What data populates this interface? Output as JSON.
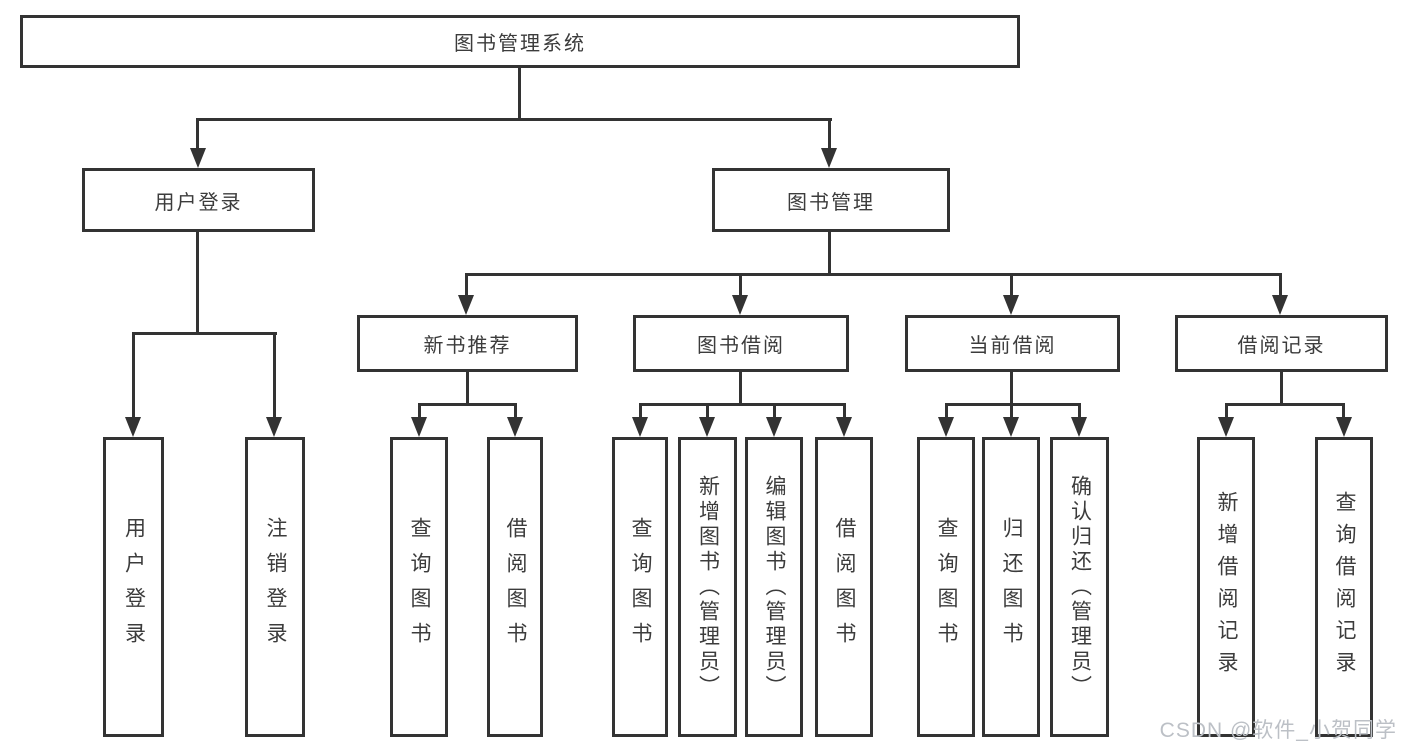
{
  "tree": {
    "root": {
      "label": "图书管理系统"
    },
    "branches": [
      {
        "label": "用户登录",
        "children": [
          {
            "label": "用户登录"
          },
          {
            "label": "注销登录"
          }
        ]
      },
      {
        "label": "图书管理",
        "groups": [
          {
            "label": "新书推荐",
            "children": [
              {
                "label": "查询图书"
              },
              {
                "label": "借阅图书"
              }
            ]
          },
          {
            "label": "图书借阅",
            "children": [
              {
                "label": "查询图书"
              },
              {
                "label": "新增图书（管理员）"
              },
              {
                "label": "编辑图书（管理员）"
              },
              {
                "label": "借阅图书"
              }
            ]
          },
          {
            "label": "当前借阅",
            "children": [
              {
                "label": "查询图书"
              },
              {
                "label": "归还图书"
              },
              {
                "label": "确认归还（管理员）"
              }
            ]
          },
          {
            "label": "借阅记录",
            "children": [
              {
                "label": "新增借阅记录"
              },
              {
                "label": "查询借阅记录"
              }
            ]
          }
        ]
      }
    ]
  },
  "watermark": "CSDN @软件_小贺同学",
  "colors": {
    "line": "#333333",
    "text": "#3c3c3c",
    "background": "#ffffff",
    "watermark": "#bcc0c6"
  }
}
